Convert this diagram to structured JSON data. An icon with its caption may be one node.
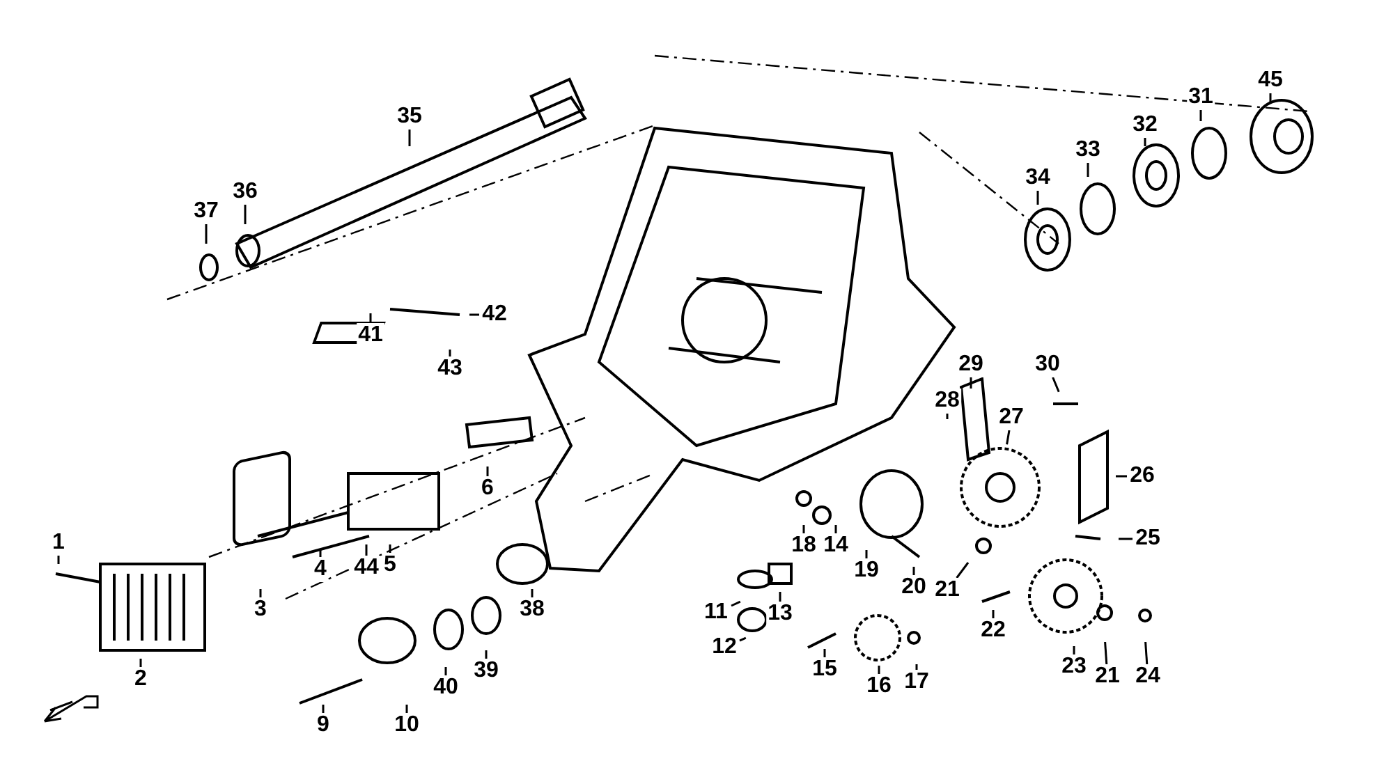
{
  "diagram": {
    "nodes": [
      {
        "text": [
          "45"
        ]
      },
      {
        "text": [
          "31"
        ]
      },
      {
        "text": [
          "35"
        ]
      },
      {
        "text": [
          "32"
        ]
      },
      {
        "text": [
          "33"
        ]
      },
      {
        "text": [
          "34"
        ]
      },
      {
        "text": [
          "36"
        ]
      },
      {
        "text": [
          "37"
        ]
      },
      {
        "text": [
          "42"
        ]
      },
      {
        "text": [
          "41"
        ]
      },
      {
        "text": [
          "29"
        ]
      },
      {
        "text": [
          "43"
        ]
      },
      {
        "text": [
          "30"
        ]
      },
      {
        "text": [
          "28"
        ]
      },
      {
        "text": [
          "27"
        ]
      },
      {
        "text": [
          "26"
        ]
      },
      {
        "text": [
          "6"
        ]
      },
      {
        "text": [
          "25"
        ]
      },
      {
        "text": [
          "1"
        ]
      },
      {
        "text": [
          "18"
        ]
      },
      {
        "text": [
          "14"
        ]
      },
      {
        "text": [
          "5"
        ]
      },
      {
        "text": [
          "44"
        ]
      },
      {
        "text": [
          "4"
        ]
      },
      {
        "text": [
          "19"
        ]
      },
      {
        "text": [
          "21"
        ]
      },
      {
        "text": [
          "20"
        ]
      },
      {
        "text": [
          "3"
        ]
      },
      {
        "text": [
          "38"
        ]
      },
      {
        "text": [
          "11"
        ]
      },
      {
        "text": [
          "13"
        ]
      },
      {
        "text": [
          "22"
        ]
      },
      {
        "text": [
          "12"
        ]
      },
      {
        "text": [
          "23"
        ]
      },
      {
        "text": [
          "21"
        ]
      },
      {
        "text": [
          "24"
        ]
      },
      {
        "text": [
          "15"
        ]
      },
      {
        "text": [
          "39"
        ]
      },
      {
        "text": [
          "2"
        ]
      },
      {
        "text": [
          "17"
        ]
      },
      {
        "text": [
          "16"
        ]
      },
      {
        "text": [
          "40"
        ]
      },
      {
        "text": [
          "9"
        ]
      },
      {
        "text": [
          "10"
        ]
      }
    ],
    "edges": [
      {
        "from": 0,
        "to": null,
        "arrow": "none"
      },
      {
        "from": 1,
        "to": null,
        "arrow": "none"
      },
      {
        "from": 2,
        "to": null,
        "arrow": "none"
      },
      {
        "from": 3,
        "to": null,
        "arrow": "none"
      },
      {
        "from": 4,
        "to": null,
        "arrow": "none"
      },
      {
        "from": 5,
        "to": null,
        "arrow": "none"
      },
      {
        "from": 6,
        "to": null,
        "arrow": "none"
      },
      {
        "from": 7,
        "to": null,
        "arrow": "none"
      },
      {
        "from": 8,
        "to": null,
        "arrow": "none"
      },
      {
        "from": 9,
        "to": null,
        "arrow": "none"
      },
      {
        "from": 10,
        "to": null,
        "arrow": "none"
      },
      {
        "from": 11,
        "to": null,
        "arrow": "none"
      },
      {
        "from": 12,
        "to": null,
        "arrow": "none"
      },
      {
        "from": 13,
        "to": null,
        "arrow": "none"
      },
      {
        "from": 14,
        "to": null,
        "arrow": "none"
      },
      {
        "from": 15,
        "to": null,
        "arrow": "none"
      },
      {
        "from": 16,
        "to": null,
        "arrow": "none"
      },
      {
        "from": 17,
        "to": null,
        "arrow": "none"
      },
      {
        "from": 18,
        "to": null,
        "arrow": "none"
      },
      {
        "from": 19,
        "to": null,
        "arrow": "none"
      },
      {
        "from": 20,
        "to": null,
        "arrow": "none"
      },
      {
        "from": 21,
        "to": null,
        "arrow": "none"
      },
      {
        "from": 22,
        "to": null,
        "arrow": "none"
      },
      {
        "from": 23,
        "to": null,
        "arrow": "none"
      },
      {
        "from": 24,
        "to": null,
        "arrow": "none"
      },
      {
        "from": 25,
        "to": null,
        "arrow": "none"
      },
      {
        "from": 26,
        "to": null,
        "arrow": "none"
      },
      {
        "from": 27,
        "to": null,
        "arrow": "none"
      },
      {
        "from": 28,
        "to": null,
        "arrow": "none"
      },
      {
        "from": 29,
        "to": null,
        "arrow": "none"
      },
      {
        "from": 30,
        "to": null,
        "arrow": "none"
      },
      {
        "from": 31,
        "to": null,
        "arrow": "none"
      },
      {
        "from": 32,
        "to": null,
        "arrow": "none"
      },
      {
        "from": 33,
        "to": null,
        "arrow": "none"
      },
      {
        "from": 34,
        "to": null,
        "arrow": "none"
      },
      {
        "from": 35,
        "to": null,
        "arrow": "none"
      },
      {
        "from": 36,
        "to": null,
        "arrow": "none"
      },
      {
        "from": 37,
        "to": null,
        "arrow": "none"
      },
      {
        "from": 38,
        "to": null,
        "arrow": "none"
      },
      {
        "from": 39,
        "to": null,
        "arrow": "none"
      },
      {
        "from": 40,
        "to": null,
        "arrow": "none"
      },
      {
        "from": 41,
        "to": null,
        "arrow": "none"
      },
      {
        "from": 42,
        "to": null,
        "arrow": "none"
      },
      {
        "from": 43,
        "to": null,
        "arrow": "none"
      }
    ]
  }
}
